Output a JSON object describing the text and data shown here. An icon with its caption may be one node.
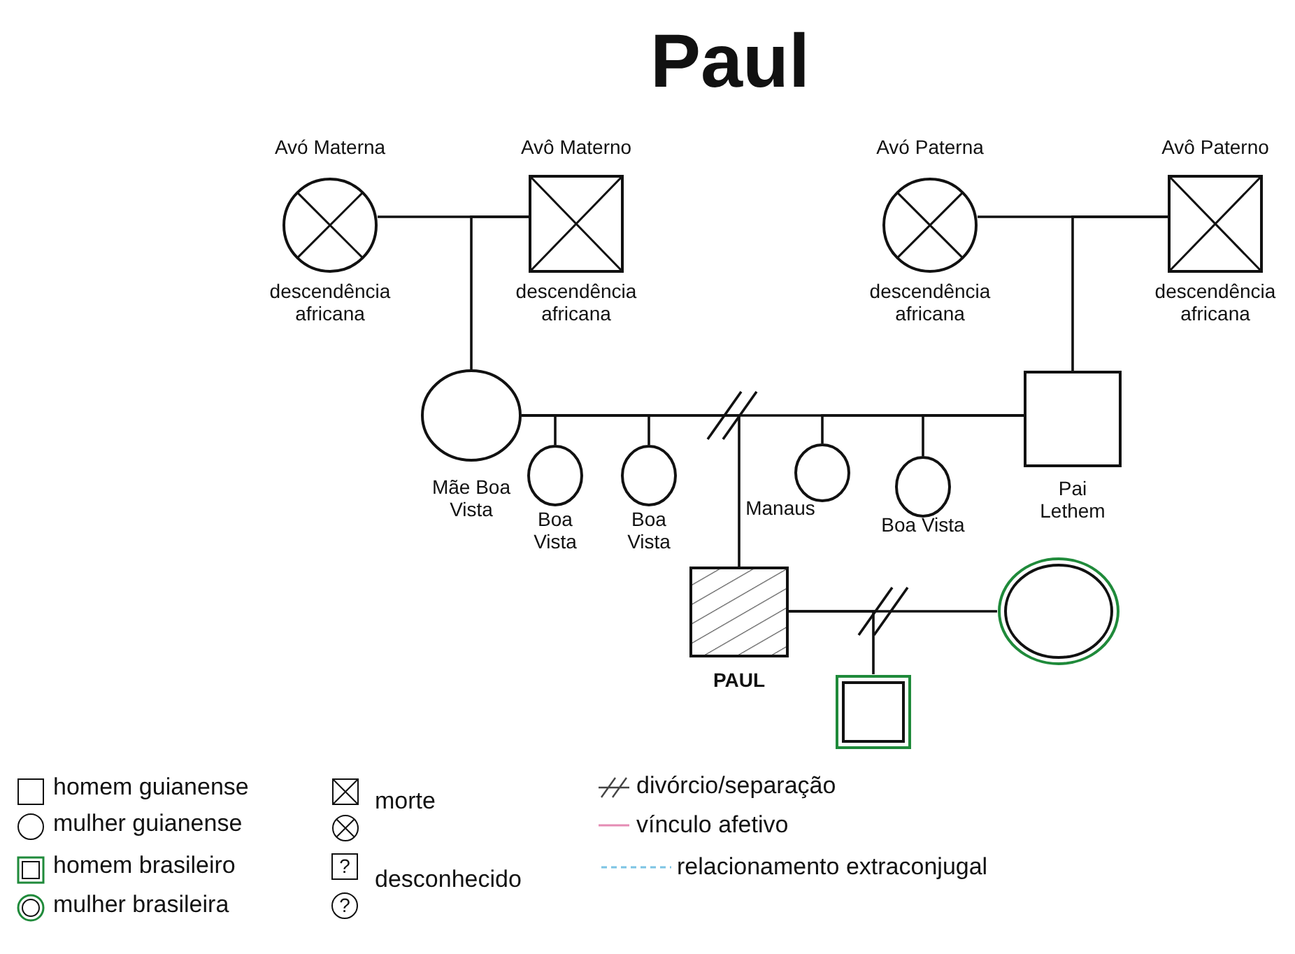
{
  "diagram": {
    "title": "Paul",
    "nodes": [
      {
        "text": [
          "Avó Materna",
          "descendência africana"
        ]
      },
      {
        "text": [
          "Avô Materno",
          "descendência africana"
        ]
      },
      {
        "text": [
          "Avó Paterna",
          "descendência africana"
        ]
      },
      {
        "text": [
          "Avô Paterno",
          "descendência africana"
        ]
      },
      {
        "text": [
          "Mãe Boa Vista"
        ]
      },
      {
        "text": [
          "Boa Vista"
        ]
      },
      {
        "text": [
          "Boa Vista"
        ]
      },
      {
        "text": [
          "Manaus"
        ]
      },
      {
        "text": [
          "Boa Vista"
        ]
      },
      {
        "text": [
          "Pai Lethem"
        ]
      },
      {
        "text": [
          "PAUL"
        ]
      },
      {
        "text": [],
        "shape": "circle"
      },
      {
        "text": [],
        "shape": "box"
      }
    ],
    "edges": [
      {
        "from": 0,
        "to": 1,
        "arrow": "none"
      },
      {
        "from": 2,
        "to": 3,
        "arrow": "none"
      },
      {
        "from": 1,
        "to": 4,
        "arrow": "none"
      },
      {
        "from": 3,
        "to": 9,
        "arrow": "none"
      },
      {
        "from": 4,
        "to": 9,
        "arrow": "none"
      },
      {
        "from": 4,
        "to": 5,
        "arrow": "none"
      },
      {
        "from": 4,
        "to": 6,
        "arrow": "none"
      },
      {
        "from": 4,
        "to": 10,
        "arrow": "none"
      },
      {
        "from": 9,
        "to": 7,
        "arrow": "none"
      },
      {
        "from": 9,
        "to": 8,
        "arrow": "none"
      },
      {
        "from": 10,
        "to": 11,
        "arrow": "none"
      },
      {
        "from": 10,
        "to": 12,
        "arrow": "none"
      }
    ],
    "labels": [
      "?",
      "?"
    ],
    "legend": [
      {
        "text": "homem guianense"
      },
      {
        "text": "mulher guianense"
      },
      {
        "text": "homem brasileiro"
      },
      {
        "text": "mulher brasileira"
      },
      {
        "text": "morte"
      },
      {
        "text": "desconhecido"
      },
      {
        "text": "divórcio/separação"
      },
      {
        "text": "vínculo afetivo"
      },
      {
        "text": "relacionamento extraconjugal"
      }
    ]
  }
}
